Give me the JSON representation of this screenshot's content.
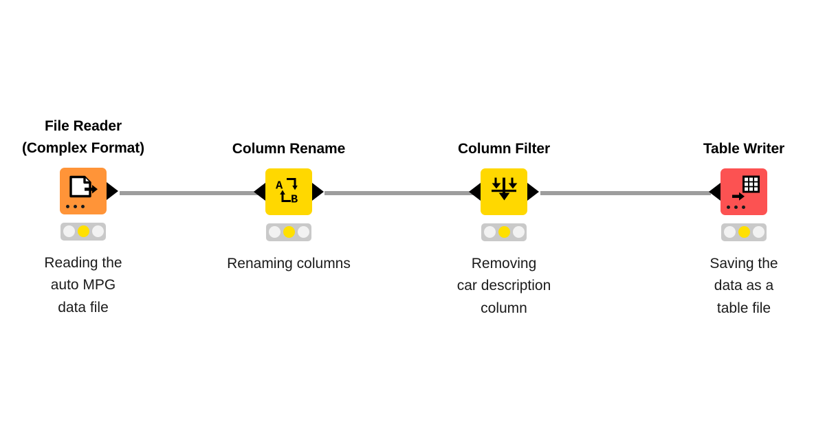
{
  "workflow": {
    "title": "KNIME workflow",
    "background_color": "#ffffff",
    "connection_color": "#9d9d9d",
    "nodes": [
      {
        "id": "file-reader",
        "title": "File Reader\n(Complex Format)",
        "annotation": "Reading the\nauto MPG\ndata file",
        "color": "#ff9438",
        "color_name": "orange",
        "icon": "file-export-icon",
        "has_input_port": false,
        "has_output_port": true,
        "has_dots": true,
        "status": {
          "label": "configured",
          "lights": [
            "off",
            "warn",
            "off"
          ],
          "active_color": "#ffe000"
        }
      },
      {
        "id": "column-rename",
        "title": "Column Rename",
        "annotation": "Renaming columns",
        "color": "#ffd800",
        "color_name": "yellow",
        "icon": "rename-a-b-icon",
        "has_input_port": true,
        "has_output_port": true,
        "has_dots": false,
        "status": {
          "label": "configured",
          "lights": [
            "off",
            "warn",
            "off"
          ],
          "active_color": "#ffe000"
        }
      },
      {
        "id": "column-filter",
        "title": "Column Filter",
        "annotation": "Removing\ncar description\ncolumn",
        "color": "#ffd800",
        "color_name": "yellow",
        "icon": "filter-arrows-down-icon",
        "has_input_port": true,
        "has_output_port": true,
        "has_dots": false,
        "status": {
          "label": "configured",
          "lights": [
            "off",
            "warn",
            "off"
          ],
          "active_color": "#ffe000"
        }
      },
      {
        "id": "table-writer",
        "title": "Table Writer",
        "annotation": "Saving the\ndata as a\ntable file",
        "color": "#fc5252",
        "color_name": "red",
        "icon": "table-write-icon",
        "has_input_port": true,
        "has_output_port": false,
        "has_dots": true,
        "status": {
          "label": "configured",
          "lights": [
            "off",
            "warn",
            "off"
          ],
          "active_color": "#ffe000"
        }
      }
    ],
    "connections": [
      {
        "from": "file-reader",
        "to": "column-rename"
      },
      {
        "from": "column-rename",
        "to": "column-filter"
      },
      {
        "from": "column-filter",
        "to": "table-writer"
      }
    ]
  }
}
